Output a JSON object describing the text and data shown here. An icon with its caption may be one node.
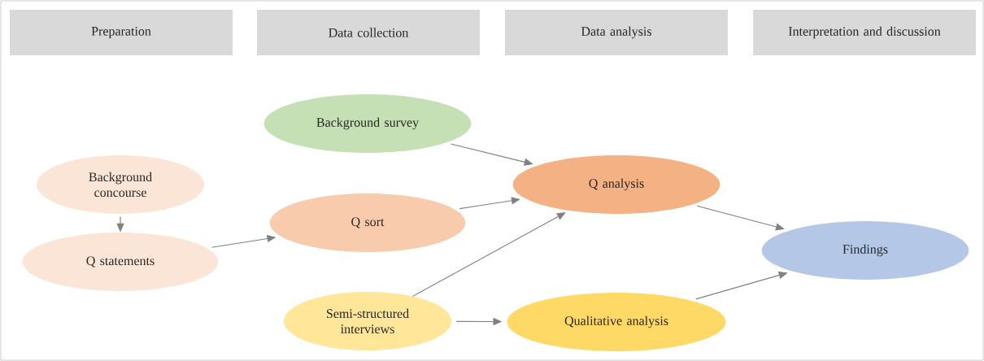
{
  "diagram": {
    "nodes": [
      {
        "text": [
          "Preparation"
        ]
      },
      {
        "text": [
          "Data collection"
        ]
      },
      {
        "text": [
          "Data analysis"
        ]
      },
      {
        "text": [
          "Interpretation and discussion"
        ]
      },
      {
        "text": [
          "Background concourse"
        ]
      },
      {
        "text": [
          "Q statements"
        ]
      },
      {
        "text": [
          "Background survey"
        ]
      },
      {
        "text": [
          "Q sort"
        ]
      },
      {
        "text": [
          "Semi-structured interviews"
        ]
      },
      {
        "text": [
          "Q analysis"
        ]
      },
      {
        "text": [
          "Qualitative analysis"
        ]
      },
      {
        "text": [
          "Findings"
        ]
      }
    ],
    "edges": [
      {
        "from": 4,
        "to": 5,
        "arrow": "to"
      },
      {
        "from": 5,
        "to": 7,
        "arrow": "to"
      },
      {
        "from": 6,
        "to": 9,
        "arrow": "to"
      },
      {
        "from": 7,
        "to": 9,
        "arrow": "to"
      },
      {
        "from": 8,
        "to": 9,
        "arrow": "to"
      },
      {
        "from": 8,
        "to": 10,
        "arrow": "to"
      },
      {
        "from": 9,
        "to": 11,
        "arrow": "to"
      },
      {
        "from": 10,
        "to": 11,
        "arrow": "to"
      }
    ]
  }
}
